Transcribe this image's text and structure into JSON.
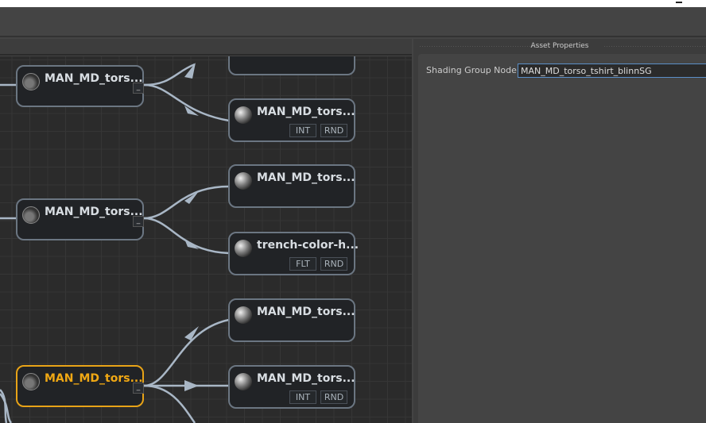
{
  "panel": {
    "title": "Asset Properties",
    "field_label": "Shading Group Node",
    "field_value": "MAN_MD_torso_tshirt_blinnSG"
  },
  "nodes": {
    "sg1": "MAN_MD_tors...",
    "sg2": "MAN_MD_tors...",
    "sg3": "MAN_MD_tors...",
    "m1": "MAN_MD_tors...",
    "m2": "MAN_MD_tors...",
    "m3": "trench-color-h...",
    "m4": "MAN_MD_tors...",
    "m5": "MAN_MD_tors..."
  },
  "badges": {
    "int": "INT",
    "rnd": "RND",
    "flt": "FLT"
  },
  "port_label": "_",
  "colors": {
    "selected": "#e8a317",
    "edge": "#a9b7c6"
  }
}
